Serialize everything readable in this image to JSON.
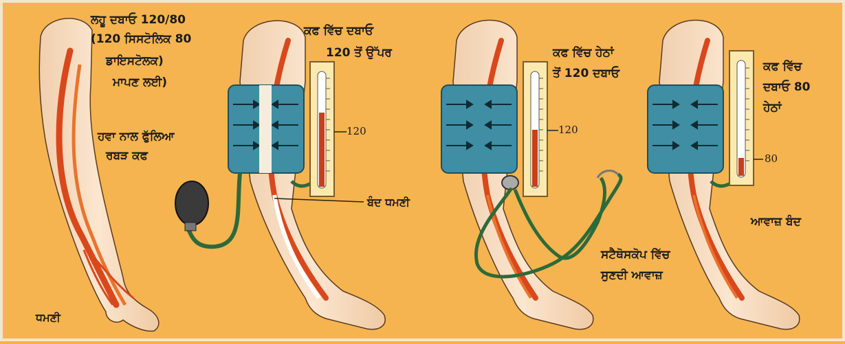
{
  "panel1": {
    "title_line1": "ਲਹੂ ਦਬਾਓ 120/80",
    "title_line2": "(120 ਸਿਸਟੋਲਿਕ 80",
    "title_line3": "ਡਾਇਸਟੋਲਕ)",
    "title_line4": "ਮਾਪਣ ਲਈ)",
    "cuff_line1": "ਹਵਾ ਨਾਲ ਫੁੱਲਿਆ",
    "cuff_line2": "ਰਬੜ ਕਫ",
    "artery": "ਧਮਣੀ"
  },
  "panel2": {
    "label_line1": "ਕਫ ਵਿੱਚ ਦਬਾਓ",
    "label_line2": "120 ਤੋਂ ਉੱਪਰ",
    "gauge_value": "120",
    "closed_artery": "ਬੰਦ ਧਮਣੀ"
  },
  "panel3": {
    "label_line1": "ਕਫ ਵਿੱਚ ਹੇਠਾਂ",
    "label_line2": "ਤੋਂ 120 ਦਬਾਓ",
    "gauge_value": "120",
    "stetho_line1": "ਸਟੈਥੋਸਕੋਪ ਵਿੱਚ",
    "stetho_line2": "ਸੁਣਦੀ ਆਵਾਜ਼"
  },
  "panel4": {
    "label_line1": "ਕਫ ਵਿੱਚ",
    "label_line2": "ਦਬਾਓ 80",
    "label_line3": "ਹੇਠਾਂ",
    "gauge_value": "80",
    "sound_stop": "ਆਵਾਜ਼ ਬੰਦ"
  },
  "colors": {
    "background": "#f5b450",
    "skin": "#f6dcc0",
    "cuff": "#3f8ea3",
    "artery": "#d9481c",
    "tube": "#2d6a3a",
    "gauge_bg": "#fbe9b0",
    "mercury": "#c8401a"
  }
}
